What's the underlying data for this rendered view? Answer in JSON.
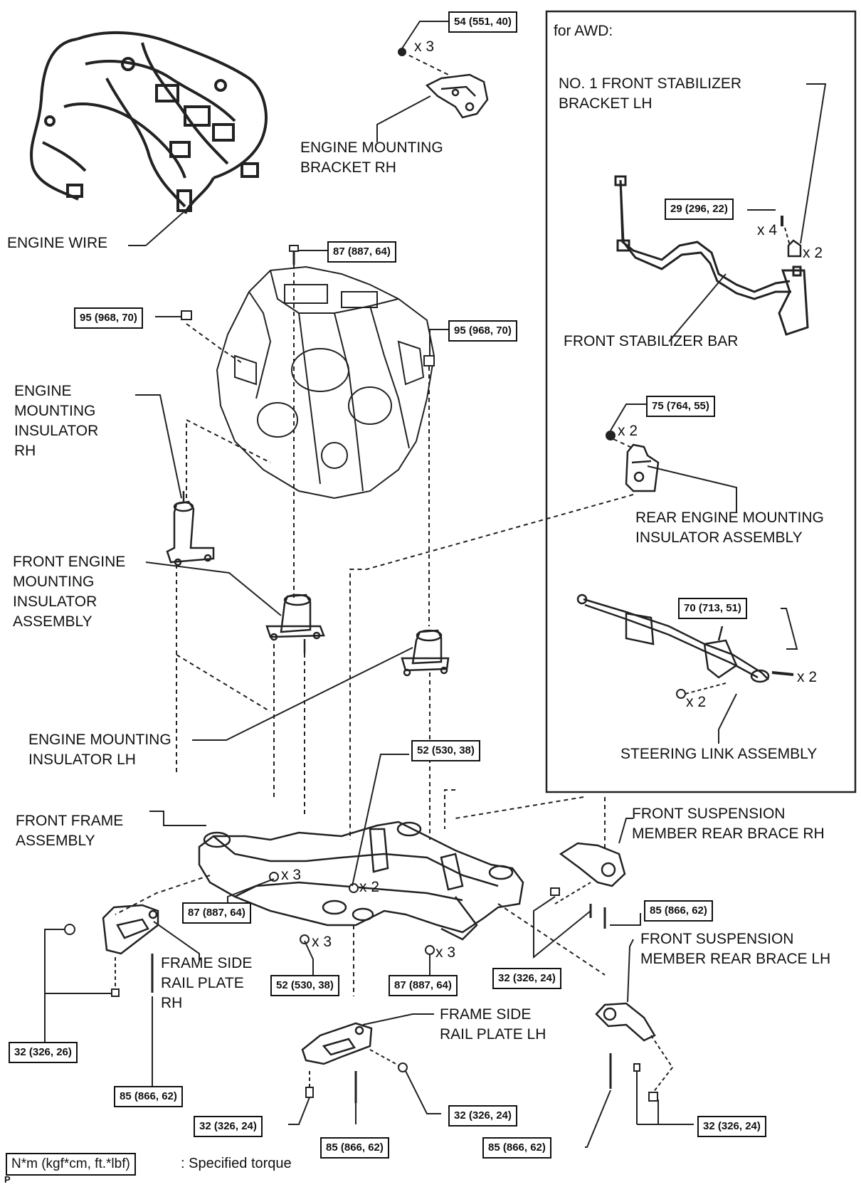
{
  "inset": {
    "title": "for AWD:"
  },
  "labels": {
    "engine_wire": "ENGINE WIRE",
    "engine_mounting_bracket_rh": "ENGINE MOUNTING\nBRACKET RH",
    "no1_front_stabilizer_bracket_lh": "NO. 1 FRONT STABILIZER\nBRACKET LH",
    "front_stabilizer_bar": "FRONT STABILIZER BAR",
    "engine_mounting_insulator_rh": "ENGINE\nMOUNTING\nINSULATOR\nRH",
    "rear_engine_mounting_insulator_assembly": "REAR ENGINE MOUNTING\nINSULATOR ASSEMBLY",
    "front_engine_mounting_insulator_assembly": "FRONT ENGINE\nMOUNTING\nINSULATOR\nASSEMBLY",
    "engine_mounting_insulator_lh": "ENGINE MOUNTING\nINSULATOR LH",
    "steering_link_assembly": "STEERING LINK ASSEMBLY",
    "front_frame_assembly": "FRONT FRAME\nASSEMBLY",
    "front_suspension_member_rear_brace_rh": "FRONT SUSPENSION\nMEMBER REAR BRACE RH",
    "front_suspension_member_rear_brace_lh": "FRONT SUSPENSION\nMEMBER REAR BRACE LH",
    "frame_side_rail_plate_rh": "FRAME SIDE\nRAIL PLATE\nRH",
    "frame_side_rail_plate_lh": "FRAME SIDE\nRAIL PLATE LH"
  },
  "torques": {
    "t_bracket_rh": "54 (551, 40)",
    "t_engine_top": "87 (887, 64)",
    "t_rh_nut": "95 (968, 70)",
    "t_lh_nut": "95 (968, 70)",
    "t_stab": "29 (296, 22)",
    "t_rear_mount": "75 (764, 55)",
    "t_steering": "70 (713, 51)",
    "t_frame_52_top": "52 (530, 38)",
    "t_frame_87_left": "87 (887, 64)",
    "t_frame_52_bottom": "52 (530, 38)",
    "t_frame_87_right": "87 (887, 64)",
    "t_brace_rh_85": "85 (866, 62)",
    "t_brace_rh_32": "32 (326, 24)",
    "t_plate_rh_32": "32 (326, 26)",
    "t_plate_rh_85": "85 (866, 62)",
    "t_plate_lh_32_left": "32 (326, 24)",
    "t_plate_lh_85": "85 (866, 62)",
    "t_plate_lh_32_right": "32 (326, 24)",
    "t_brace_lh_85": "85 (866, 62)",
    "t_brace_lh_32": "32 (326, 24)"
  },
  "quantities": {
    "q_bracket_rh": "x 3",
    "q_stab_bolt": "x 4",
    "q_stab_bracket": "x 2",
    "q_rear_mount": "x 2",
    "q_steer_bolt": "x 2",
    "q_steer_nut": "x 2",
    "q_frame_left": "x 3",
    "q_frame_mid": "x 2",
    "q_frame_bottom": "x 3",
    "q_frame_right": "x 3"
  },
  "legend": {
    "unit": "N*m (kgf*cm, ft.*lbf)",
    "description": ": Specified torque"
  },
  "footer_code": "P"
}
